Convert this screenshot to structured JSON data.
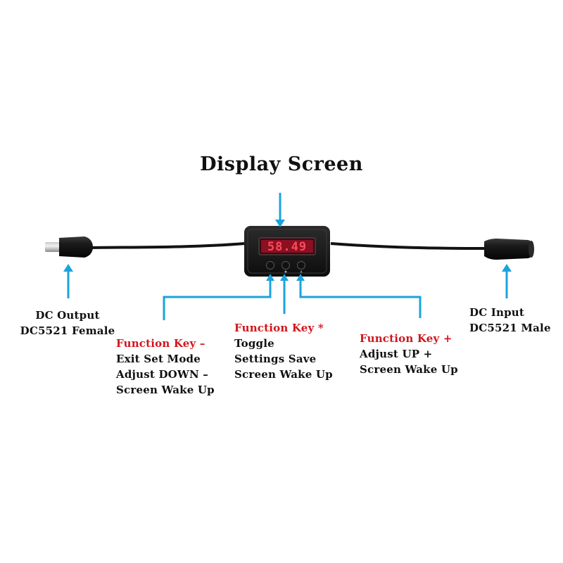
{
  "title": "Display Screen",
  "device": {
    "readout": "58.49",
    "panel_text": "",
    "button_labels": [
      "",
      "",
      ""
    ],
    "button_marks": [
      "",
      "★",
      "∧"
    ]
  },
  "labels": {
    "dc_output": {
      "line1": "DC Output",
      "line2": "DC5521 Female"
    },
    "dc_input": {
      "line1": "DC Input",
      "line2": "DC5521 Male"
    },
    "key_minus": {
      "title": "Function Key –",
      "lines": [
        "Exit Set Mode",
        "Adjust DOWN –",
        "Screen Wake Up"
      ]
    },
    "key_star": {
      "title": "Function Key *",
      "lines": [
        "Toggle",
        "Settings Save",
        "Screen Wake Up"
      ]
    },
    "key_plus": {
      "title": "Function Key +",
      "lines": [
        "Adjust UP +",
        "Screen Wake Up"
      ]
    }
  },
  "colors": {
    "arrow": "#1ba3dc",
    "key_title": "#d0161c",
    "text": "#111111",
    "display_digits": "#ff3344",
    "display_bg": "#b3132a"
  }
}
